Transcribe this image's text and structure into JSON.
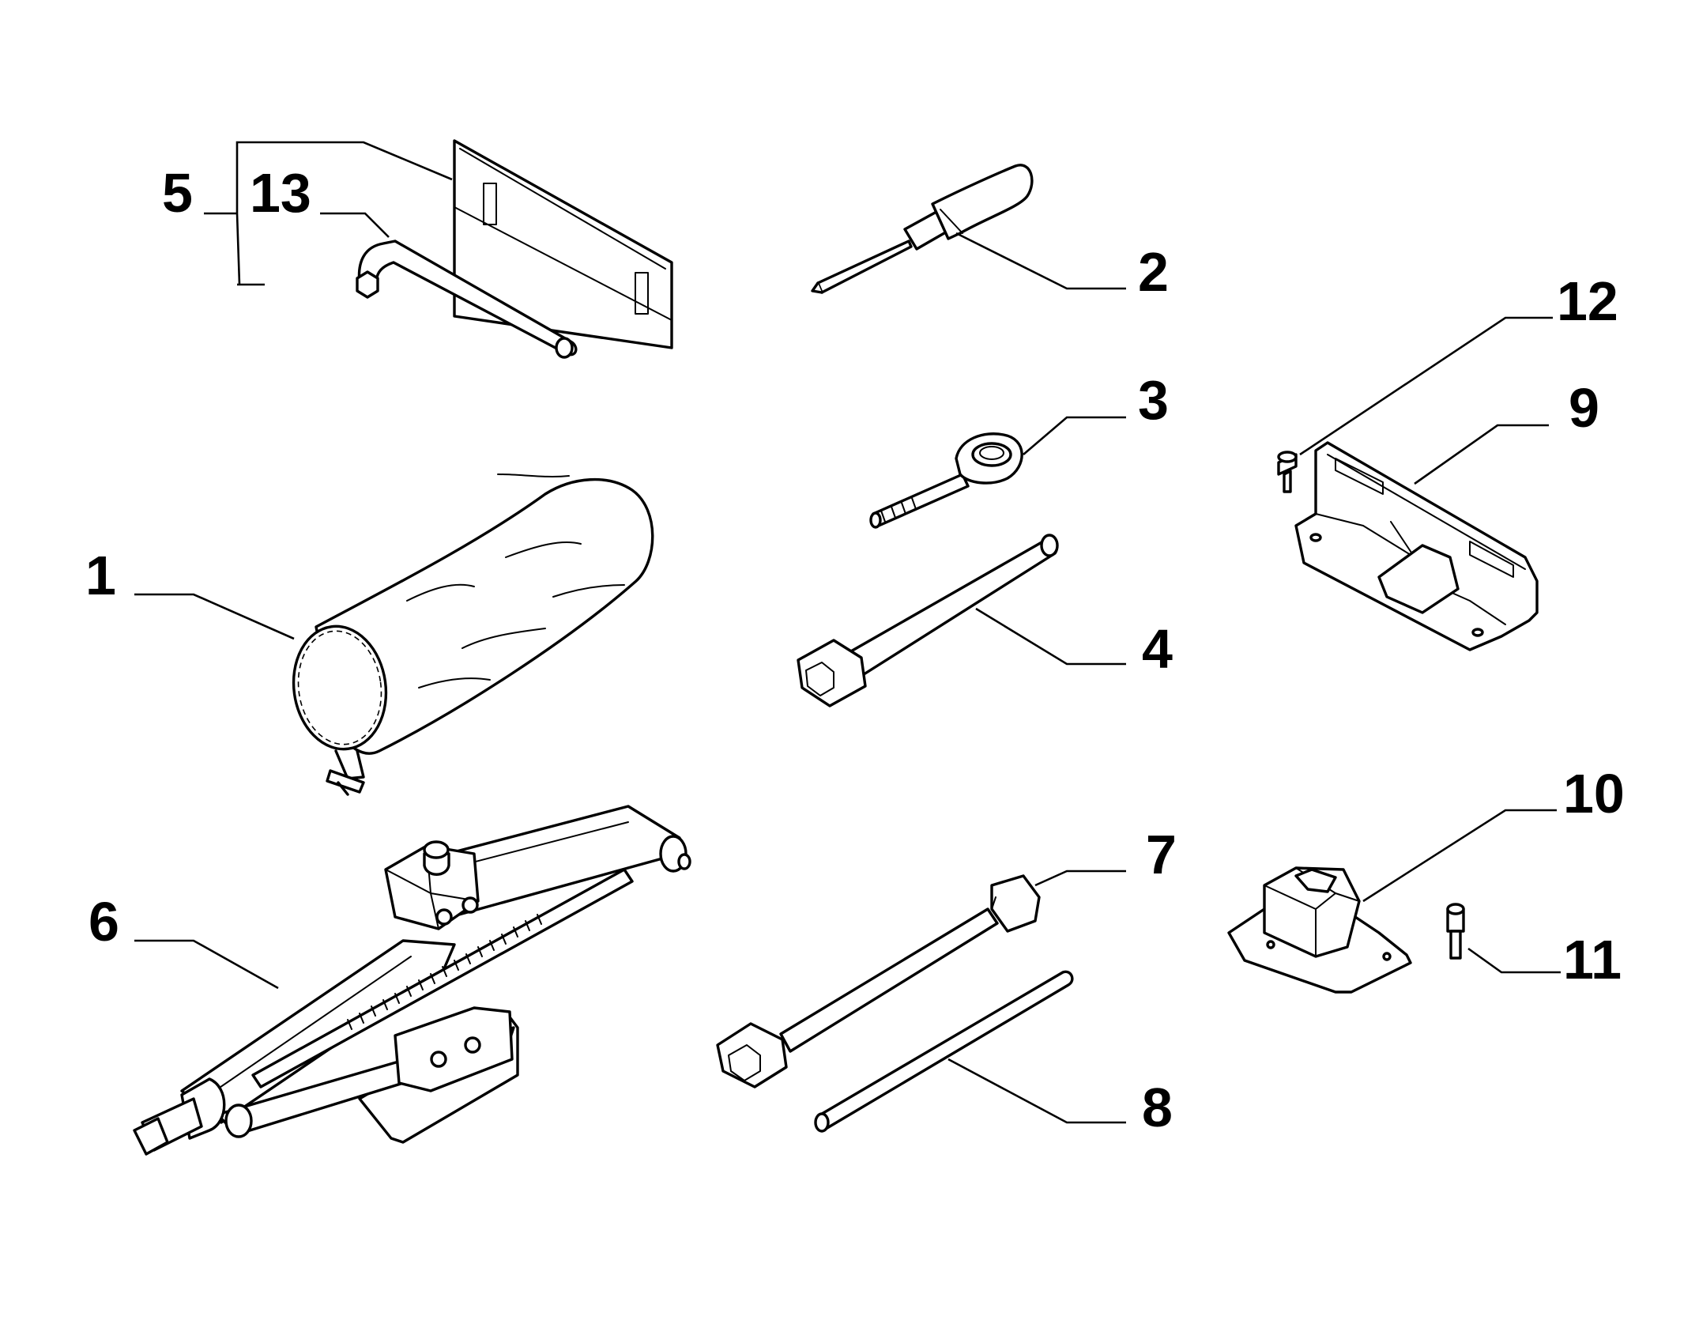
{
  "callouts": {
    "c1": "1",
    "c2": "2",
    "c3": "3",
    "c4": "4",
    "c5": "5",
    "c6": "6",
    "c7": "7",
    "c8": "8",
    "c9": "9",
    "c10": "10",
    "c11": "11",
    "c12": "12",
    "c13": "13"
  },
  "parts": [
    {
      "callout": "1",
      "icon": "tool-bag-icon"
    },
    {
      "callout": "2",
      "icon": "screwdriver-icon"
    },
    {
      "callout": "3",
      "icon": "towing-eye-icon"
    },
    {
      "callout": "4",
      "icon": "socket-bar-icon"
    },
    {
      "callout": "5",
      "icon": "tool-kit-group-bracket"
    },
    {
      "callout": "6",
      "icon": "scissor-jack-icon"
    },
    {
      "callout": "7",
      "icon": "wheel-brace-icon"
    },
    {
      "callout": "8",
      "icon": "tommy-bar-icon"
    },
    {
      "callout": "9",
      "icon": "mounting-bracket-icon"
    },
    {
      "callout": "10",
      "icon": "jack-support-icon"
    },
    {
      "callout": "11",
      "icon": "screw-icon"
    },
    {
      "callout": "12",
      "icon": "bolt-icon"
    },
    {
      "callout": "13",
      "icon": "allen-key-icon"
    }
  ]
}
